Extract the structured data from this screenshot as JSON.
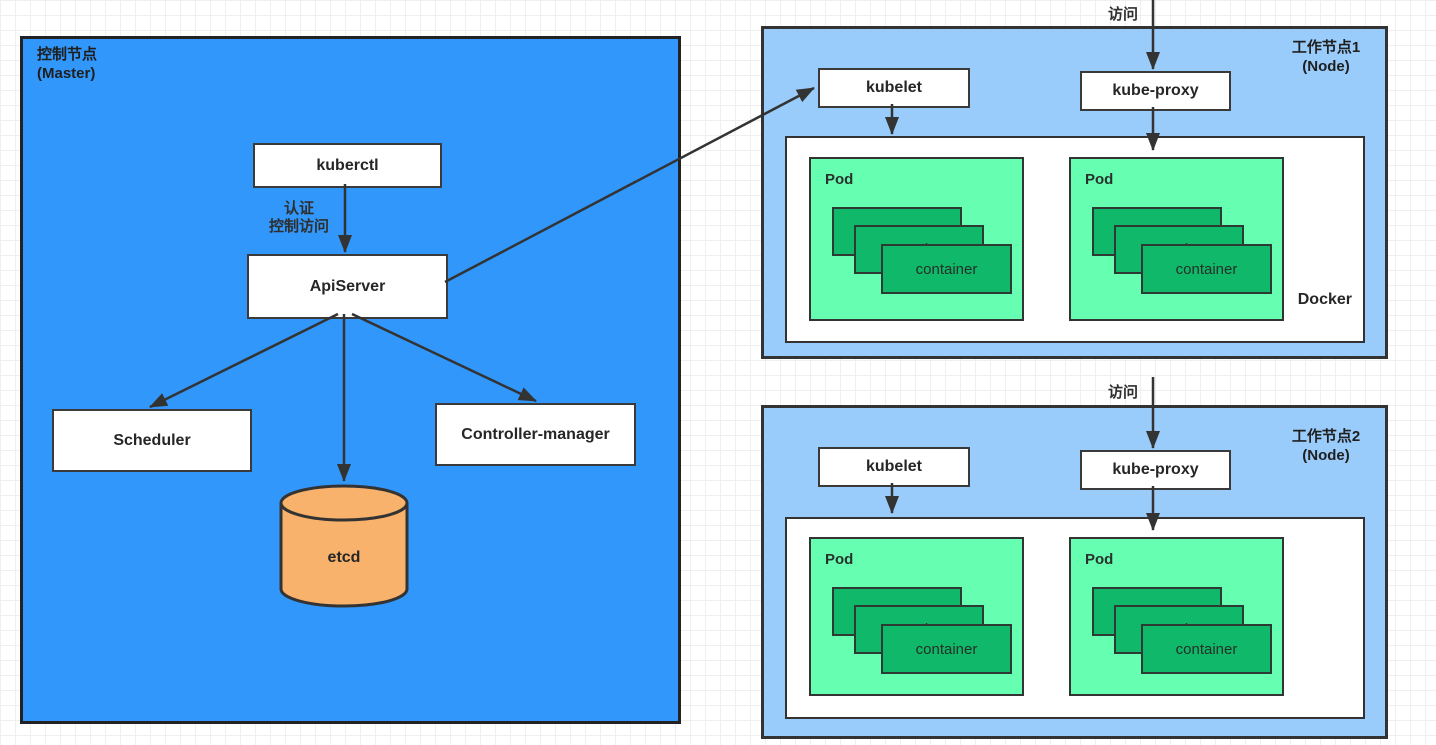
{
  "colors": {
    "master_blue": "#3197fb",
    "node_blue": "#99ccfa",
    "pod_green": "#66ffb2",
    "container_green": "#10b96a",
    "etcd_orange": "#f9b26b",
    "border_dark": "#333333",
    "arrow": "#333333",
    "text_dark": "#262626"
  },
  "master": {
    "title_line1": "控制节点",
    "title_line2": "(Master)",
    "kuberctl_label": "kuberctl",
    "auth_line1": "认证",
    "auth_line2": "控制访问",
    "apiserver_label": "ApiServer",
    "scheduler_label": "Scheduler",
    "controller_manager_label": "Controller-manager",
    "etcd_label": "etcd"
  },
  "nodes": [
    {
      "title_line1": "工作节点1",
      "title_line2": "(Node)",
      "access_label": "访问",
      "kubelet_label": "kubelet",
      "kube_proxy_label": "kube-proxy",
      "docker_label": "Docker",
      "pods": [
        {
          "label": "Pod",
          "containers": [
            "container",
            "container",
            "container"
          ]
        },
        {
          "label": "Pod",
          "containers": [
            "container",
            "container",
            "container"
          ]
        }
      ]
    },
    {
      "title_line1": "工作节点2",
      "title_line2": "(Node)",
      "access_label": "访问",
      "kubelet_label": "kubelet",
      "kube_proxy_label": "kube-proxy",
      "pods": [
        {
          "label": "Pod",
          "containers": [
            "container",
            "container",
            "container"
          ]
        },
        {
          "label": "Pod",
          "containers": [
            "container",
            "container",
            "container"
          ]
        }
      ]
    }
  ]
}
